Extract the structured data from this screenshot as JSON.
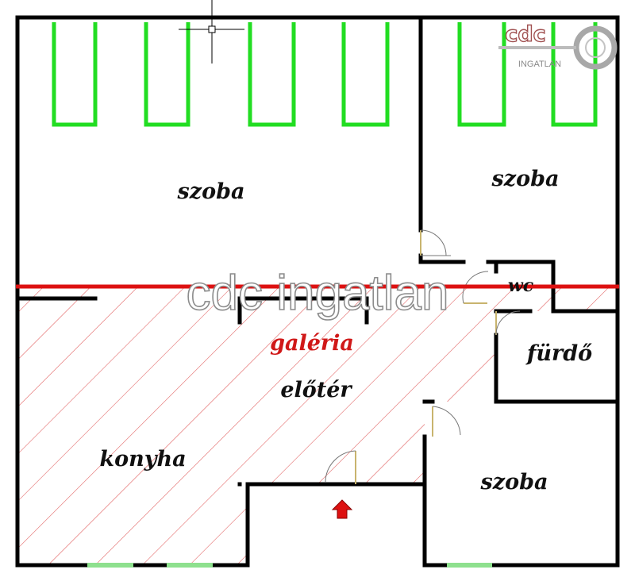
{
  "plan": {
    "rooms": [
      {
        "id": "szoba-top-left",
        "label": "szoba"
      },
      {
        "id": "szoba-top-right",
        "label": "szoba"
      },
      {
        "id": "wc",
        "label": "wc"
      },
      {
        "id": "furdo",
        "label": "fürdő"
      },
      {
        "id": "eloter",
        "label": "előtér"
      },
      {
        "id": "konyha",
        "label": "konyha"
      },
      {
        "id": "szoba-bottom-right",
        "label": "szoba"
      }
    ],
    "gallery_label": "galéria",
    "watermark": "cdc ingatlan",
    "logo": {
      "brand": "cdc",
      "subtitle": "INGATLAN"
    },
    "colors": {
      "walls": "#000000",
      "radiators": "#22dd22",
      "gallery_line": "#dd1111",
      "hatch": "#e05a5a",
      "windows": "#8ee08e",
      "entrance_arrow": "#dd1111",
      "door_leaf": "#c8b46e"
    },
    "icons": [
      "entrance-arrow-icon",
      "crosshair-icon",
      "key-logo-icon"
    ]
  }
}
